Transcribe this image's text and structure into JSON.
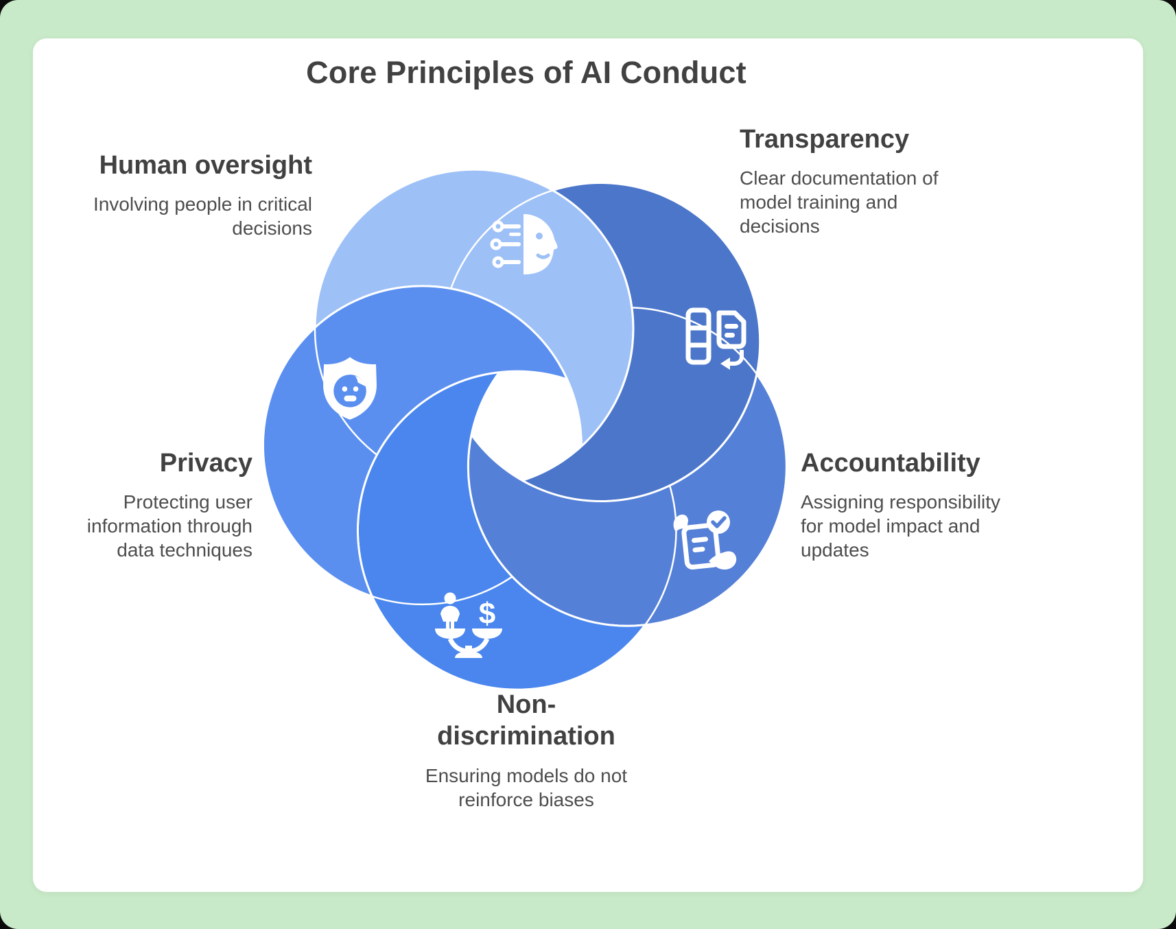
{
  "title": "Core Principles of AI Conduct",
  "colors": {
    "background": "#C9EAC9",
    "card": "#FFFFFF",
    "heading_text": "#414141",
    "body_text": "#4D4D4D",
    "divider": "#FFFFFF"
  },
  "principles": [
    {
      "id": "human-oversight",
      "label": "Human oversight",
      "description": "Involving people in critical decisions",
      "color": "#9DC0F7",
      "icon": "ai-face-icon"
    },
    {
      "id": "transparency",
      "label": "Transparency",
      "description": "Clear documentation of model training and decisions",
      "color": "#4B76CA",
      "icon": "data-document-icon"
    },
    {
      "id": "accountability",
      "label": "Accountability",
      "description": "Assigning responsibility for model impact and updates",
      "color": "#5580D8",
      "icon": "document-check-icon"
    },
    {
      "id": "non-discrimination",
      "label": "Non-discrimination",
      "description": "Ensuring models do not reinforce biases",
      "color": "#4A86EE",
      "icon": "balance-scale-icon"
    },
    {
      "id": "privacy",
      "label": "Privacy",
      "description": "Protecting user information through data techniques",
      "color": "#5A8FF0",
      "icon": "shield-face-icon"
    }
  ]
}
